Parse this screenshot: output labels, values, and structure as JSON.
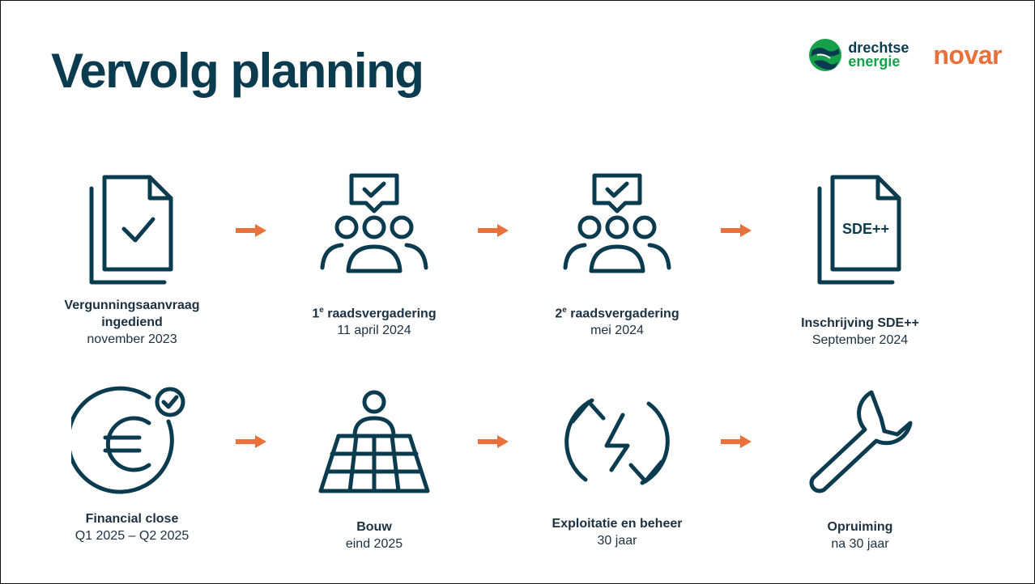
{
  "title": "Vervolg planning",
  "logos": {
    "drechtse_line1": "drechtse",
    "drechtse_line2": "energie",
    "novar": "novar"
  },
  "colors": {
    "primary": "#0b3b4f",
    "accent": "#e8703a",
    "green": "#16a04a"
  },
  "steps": [
    {
      "label": "Vergunningsaanvraag ingediend",
      "sub": "november 2023",
      "icon": "document-check-icon"
    },
    {
      "label_pre": "1",
      "label_sup": "e",
      "label": " raadsvergadering",
      "sub": "11 april 2024",
      "icon": "meeting-icon"
    },
    {
      "label_pre": "2",
      "label_sup": "e",
      "label": " raadsvergadering",
      "sub": "mei 2024",
      "icon": "meeting-icon"
    },
    {
      "label": "Inschrijving SDE++",
      "sub": "September 2024",
      "icon": "sde-document-icon",
      "icon_text": "SDE++"
    },
    {
      "label": "Financial close",
      "sub": "Q1 2025 – Q2 2025",
      "icon": "euro-check-icon"
    },
    {
      "label": "Bouw",
      "sub": "eind 2025",
      "icon": "solar-panel-icon"
    },
    {
      "label": "Exploitatie en beheer",
      "sub": "30 jaar",
      "icon": "energy-cycle-icon"
    },
    {
      "label": "Opruiming",
      "sub": "na 30 jaar",
      "icon": "wrench-icon"
    }
  ]
}
